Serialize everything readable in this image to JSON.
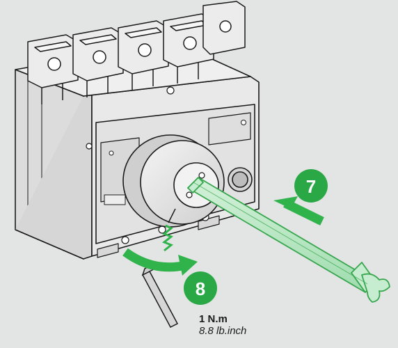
{
  "colors": {
    "background": "#e3e4e4",
    "breaker_line": "#1a1a1a",
    "breaker_fill": "#e6e6e6",
    "accent_green": "#2fb34a",
    "badge_green": "#2aa845",
    "shaft_fill": "#b9e8c2",
    "shaft_line": "#37a64e"
  },
  "steps": {
    "step7": "7",
    "step8": "8"
  },
  "torque": {
    "metric": "1 N.m",
    "imperial": "8.8 lb.inch"
  },
  "icons": [
    "circuit-breaker",
    "rotary-handle",
    "extension-shaft",
    "allen-key",
    "screw",
    "curved-arrow",
    "straight-arrow"
  ]
}
